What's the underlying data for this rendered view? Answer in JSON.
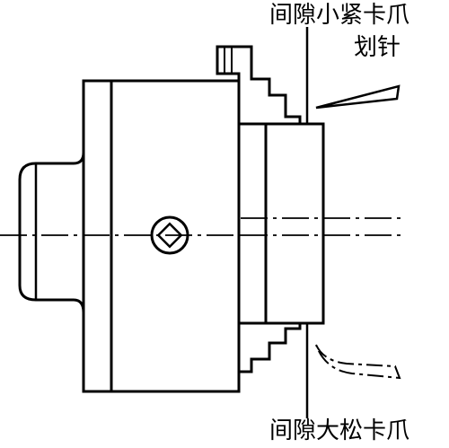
{
  "labels": {
    "top_gap": "间隙小紧卡爪",
    "needle": "划针",
    "bottom_gap": "间隙大松卡爪"
  },
  "colors": {
    "line": "#000000",
    "background": "#ffffff"
  }
}
